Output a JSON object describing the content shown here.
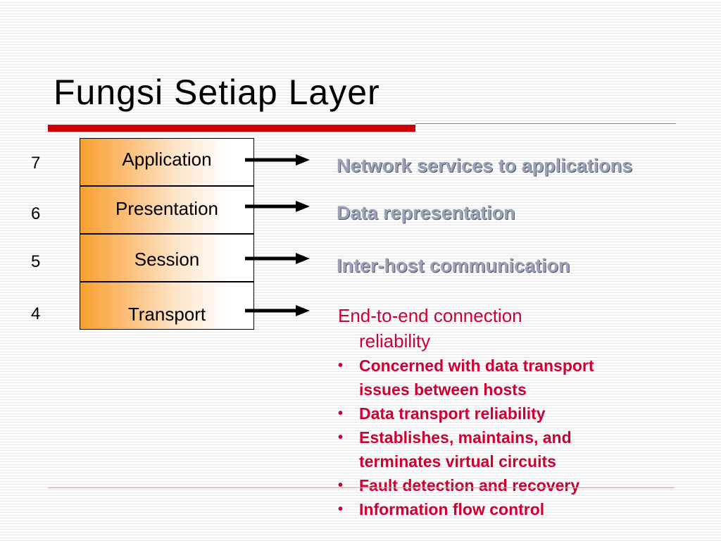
{
  "title": "Fungsi Setiap Layer",
  "layers": [
    {
      "number": "7",
      "name": "Application",
      "function": "Network services to applications"
    },
    {
      "number": "6",
      "name": "Presentation",
      "function": "Data representation"
    },
    {
      "number": "5",
      "name": "Session",
      "function": "Inter-host communication"
    },
    {
      "number": "4",
      "name": "Transport"
    }
  ],
  "transport_detail": {
    "line1": "End-to-end connection",
    "line2": "reliability",
    "bullet_symbol": "•",
    "bullets": [
      [
        "Concerned with data transport",
        "issues between hosts"
      ],
      [
        "Data transport reliability"
      ],
      [
        "Establishes, maintains, and",
        "terminates virtual circuits"
      ],
      [
        "Fault detection and recovery"
      ],
      [
        "Information flow control"
      ]
    ]
  },
  "colors": {
    "title_bar": "#cc0000",
    "layer_gradient_start": "#f7a030",
    "function_text": "#9aa3b8",
    "detail_text": "#cc0033"
  }
}
